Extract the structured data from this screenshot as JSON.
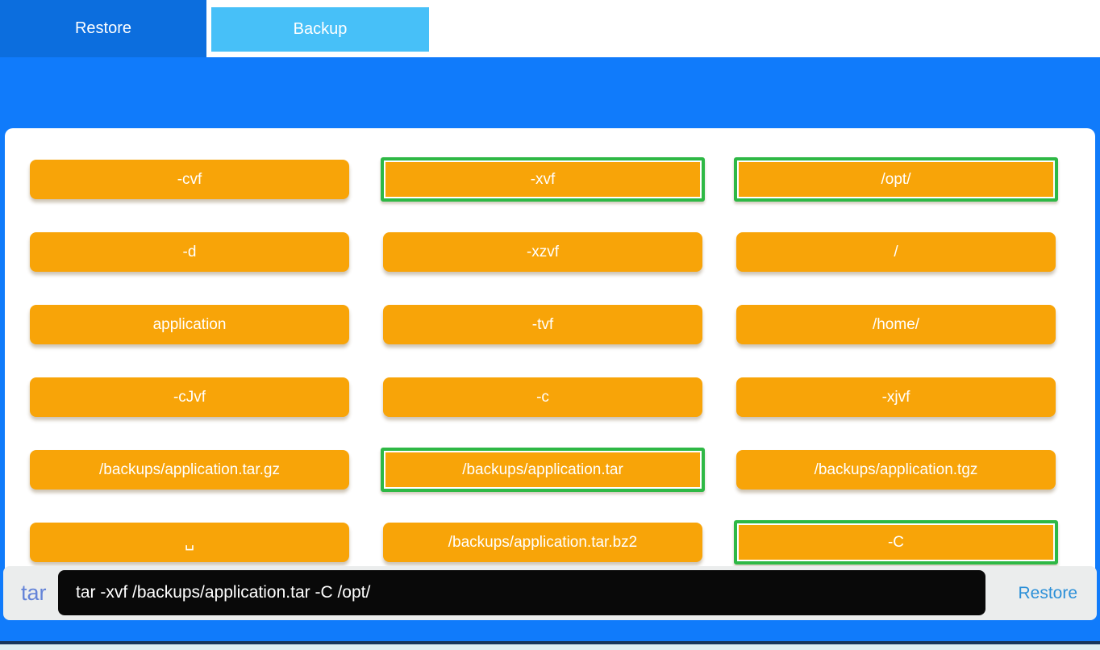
{
  "tabs": [
    {
      "label": "Restore",
      "active": true
    },
    {
      "label": "Backup",
      "active": false
    }
  ],
  "tiles": [
    {
      "label": "-cvf",
      "selected": false
    },
    {
      "label": "-xvf",
      "selected": true
    },
    {
      "label": "/opt/",
      "selected": true
    },
    {
      "label": "-d",
      "selected": false
    },
    {
      "label": "-xzvf",
      "selected": false
    },
    {
      "label": "/",
      "selected": false
    },
    {
      "label": "application",
      "selected": false
    },
    {
      "label": "-tvf",
      "selected": false
    },
    {
      "label": "/home/",
      "selected": false
    },
    {
      "label": "-cJvf",
      "selected": false
    },
    {
      "label": "-c",
      "selected": false
    },
    {
      "label": "-xjvf",
      "selected": false
    },
    {
      "label": "/backups/application.tar.gz",
      "selected": false
    },
    {
      "label": "/backups/application.tar",
      "selected": true
    },
    {
      "label": "/backups/application.tgz",
      "selected": false
    },
    {
      "label": "␣",
      "selected": false
    },
    {
      "label": "/backups/application.tar.bz2",
      "selected": false
    },
    {
      "label": "-C",
      "selected": true
    }
  ],
  "command_bar": {
    "tool_label": "tar",
    "command": "tar -xvf /backups/application.tar -C /opt/",
    "submit_label": "Restore"
  },
  "colors": {
    "active_tab_blue": "#0c6ede",
    "inactive_tab_blue": "#47c0f8",
    "frame_blue": "#107bfb",
    "option_orange": "#f8a408",
    "selected_border_green": "#2eb845",
    "command_bar_gray": "#ebeded",
    "command_box_black": "#090909",
    "tar_label_blue": "#6383d8",
    "submit_text_blue": "#2c90d8"
  }
}
